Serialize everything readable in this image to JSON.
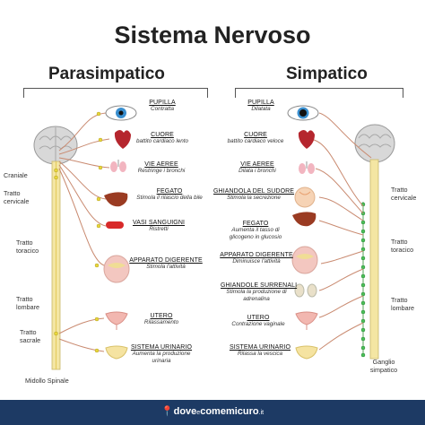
{
  "title": "Sistema Nervoso",
  "left": {
    "title": "Parasimpatico",
    "labels": {
      "craniale": "Craniale",
      "cervicale": "Tratto cervicale",
      "toracico": "Tratto toracico",
      "lombare": "Tratto lombare",
      "sacrale": "Tratto sacrale",
      "midollo": "Midollo Spinale"
    },
    "organs": [
      {
        "name": "PUPILLA",
        "desc": "Contratta"
      },
      {
        "name": "CUORE",
        "desc": "battito cardiaco lento"
      },
      {
        "name": "VIE AEREE",
        "desc": "Restringe i bronchi"
      },
      {
        "name": "FEGATO",
        "desc": "Stimola il rilascio della bile"
      },
      {
        "name": "VASI SANGUIGNI",
        "desc": "Ristretti"
      },
      {
        "name": "APPARATO DIGERENTE",
        "desc": "Stimola l'attività"
      },
      {
        "name": "UTERO",
        "desc": "Rilassamento"
      },
      {
        "name": "SISTEMA URINARIO",
        "desc": "Aumenta la produzione urinaria"
      }
    ]
  },
  "right": {
    "title": "Simpatico",
    "labels": {
      "cervicale": "Tratto cervicale",
      "toracico": "Tratto toracico",
      "lombare": "Tratto lombare",
      "ganglio": "Ganglio simpatico"
    },
    "organs": [
      {
        "name": "PUPILLA",
        "desc": "Dilatata"
      },
      {
        "name": "CUORE",
        "desc": "battito cardiaco veloce"
      },
      {
        "name": "VIE AEREE",
        "desc": "Dilata i bronchi"
      },
      {
        "name": "GHIANDOLA DEL SUDORE",
        "desc": "Stimola la secrezione"
      },
      {
        "name": "FEGATO",
        "desc": "Aumenta il tasso di glicogeno in glucosio"
      },
      {
        "name": "APPARATO DIGERENTE",
        "desc": "Diminuisce l'attività"
      },
      {
        "name": "GHIANDOLE SURRENALI",
        "desc": "Stimola la produzione di adrenalina"
      },
      {
        "name": "UTERO",
        "desc": "Contrazione vaginale"
      },
      {
        "name": "SISTEMA URINARIO",
        "desc": "Rilassa la vescica"
      }
    ]
  },
  "footer": {
    "brand_main": "dove",
    "brand_small": "e",
    "brand_main2": "comemicuro",
    "brand_tld": ".it"
  },
  "colors": {
    "nerve": "#c98a70",
    "spine": "#f4e6a3",
    "dot_left": "#e8d63a",
    "dot_right": "#4bbf58",
    "footer": "#1d3a64"
  }
}
